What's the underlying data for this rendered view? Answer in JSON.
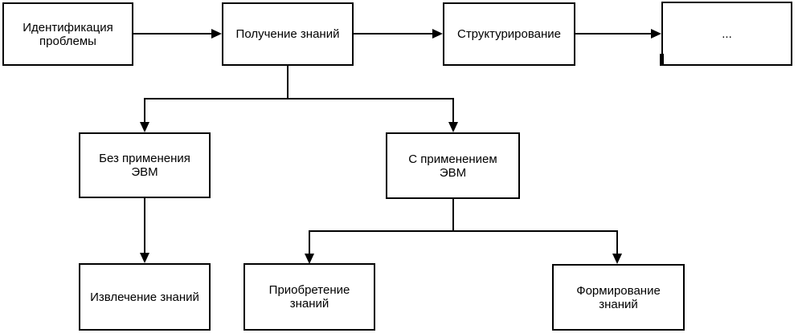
{
  "diagram": {
    "type": "flowchart",
    "language": "ru",
    "colors": {
      "background": "#ffffff",
      "box_fill": "#ffffff",
      "box_border": "#000000",
      "line": "#000000",
      "text": "#000000"
    },
    "nodes": [
      {
        "id": "identify-problem",
        "label": "Идентификация\nпроблемы"
      },
      {
        "id": "obtain-knowledge",
        "label": "Получение знаний"
      },
      {
        "id": "structuring",
        "label": "Структурирование"
      },
      {
        "id": "ellipsis",
        "label": "..."
      },
      {
        "id": "without-computer",
        "label": "Без применения\nЭВМ"
      },
      {
        "id": "with-computer",
        "label": "С применением\nЭВМ"
      },
      {
        "id": "knowledge-extraction",
        "label": "Извлечение знаний"
      },
      {
        "id": "knowledge-acquisition",
        "label": "Приобретение\nзнаний"
      },
      {
        "id": "knowledge-formation",
        "label": "Формирование\nзнаний"
      }
    ],
    "edges": [
      {
        "from": "identify-problem",
        "to": "obtain-knowledge"
      },
      {
        "from": "obtain-knowledge",
        "to": "structuring"
      },
      {
        "from": "structuring",
        "to": "ellipsis"
      },
      {
        "from": "obtain-knowledge",
        "to": "without-computer"
      },
      {
        "from": "obtain-knowledge",
        "to": "with-computer"
      },
      {
        "from": "without-computer",
        "to": "knowledge-extraction"
      },
      {
        "from": "with-computer",
        "to": "knowledge-acquisition"
      },
      {
        "from": "with-computer",
        "to": "knowledge-formation"
      }
    ]
  }
}
